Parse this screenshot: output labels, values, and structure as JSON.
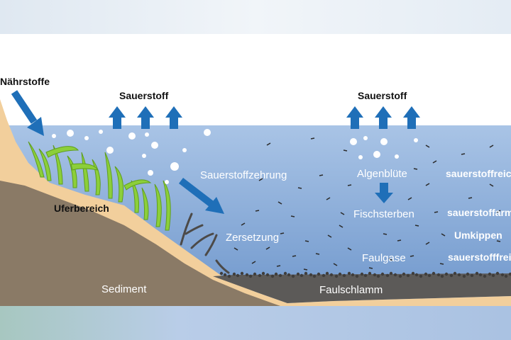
{
  "labels": {
    "naehrstoffe": "Nährstoffe",
    "sauerstoff_left": "Sauerstoff",
    "sauerstoff_right": "Sauerstoff",
    "sauerstoffzehrung": "Sauerstoffzehrung",
    "zersetzung": "Zersetzung",
    "uferbereich": "Uferbereich",
    "sediment": "Sediment",
    "faulschlamm": "Faulschlamm",
    "algenbluete": "Algenblüte",
    "fischsterben": "Fischsterben",
    "faulgase": "Faulgase",
    "sauerstoffreich": "sauerstoffreich",
    "sauerstoffarm": "sauerstoffarm",
    "umkippen": "Umkippen",
    "sauerstofffrei": "sauerstofffrei"
  },
  "colors": {
    "water_top": "#a9c4e6",
    "water_bottom": "#6f97cc",
    "arrow": "#1f6fb8",
    "sand": "#f2cf9c",
    "sediment": "#8a7a66",
    "sludge": "#5c5a58",
    "plant": "#8ccf3a"
  },
  "icons": {
    "arrow": "arrow-icon",
    "bubble": "bubble-icon",
    "plant": "plant-icon",
    "twig": "twig-icon",
    "particle": "particle-icon"
  }
}
